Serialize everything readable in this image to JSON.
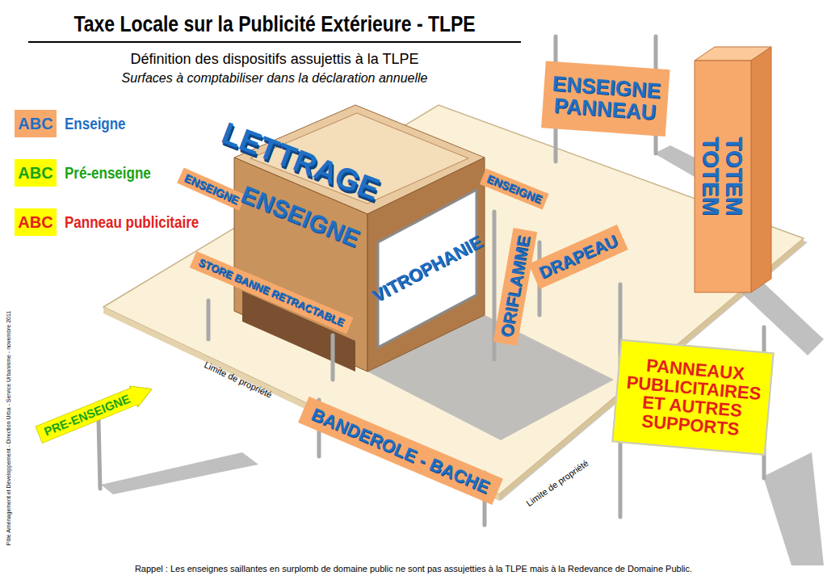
{
  "diagram": {
    "title": "Taxe Locale sur la Publicité Extérieure - TLPE",
    "caption": "Rappel : Les enseignes saillantes en surplomb de domaine public ne sont pas assujetties à la TLPE mais à la Redevance de Domaine Public.",
    "nodes": [
      {
        "text": [
          "ENSEIGNE"
        ]
      },
      {
        "text": [
          "ENSEIGNE"
        ]
      },
      {
        "text": [
          "STORE BANNE RETRACTABLE"
        ]
      },
      {
        "text": [
          "VITROPHANIE"
        ]
      },
      {
        "text": [
          "ENSEIGNE"
        ]
      },
      {
        "text": [
          "ORIFLAMME"
        ]
      },
      {
        "text": [
          "DRAPEAU"
        ]
      },
      {
        "text": [
          "ENSEIGNE PANNEAU"
        ]
      },
      {
        "text": [
          "TOTEM",
          "TOTEM"
        ]
      },
      {
        "text": [
          "PANNEAUX PUBLICITAIRES ET AUTRES SUPPORTS"
        ]
      },
      {
        "text": [
          "BANDEROLE - BACHE"
        ]
      },
      {
        "text": [
          "PRE-ENSEIGNE"
        ]
      }
    ],
    "labels": [
      "Définition des dispositifs assujettis à la TLPE",
      "Surfaces à comptabiliser dans la déclaration annuelle",
      "ABC",
      "ABC",
      "ABC",
      "LETTRAGE",
      "Limite de propriété",
      "Limite de propriété",
      "Pôle Aménagement et Développement - Direction Urba - Service Urbanisme - novembre 2011"
    ],
    "legend": [
      {
        "text": "Enseigne",
        "color": "#f7a96b"
      },
      {
        "text": "Pré-enseigne",
        "color": "#ffff00"
      },
      {
        "text": "Panneau publicitaire",
        "color": "#ffff00"
      }
    ]
  }
}
